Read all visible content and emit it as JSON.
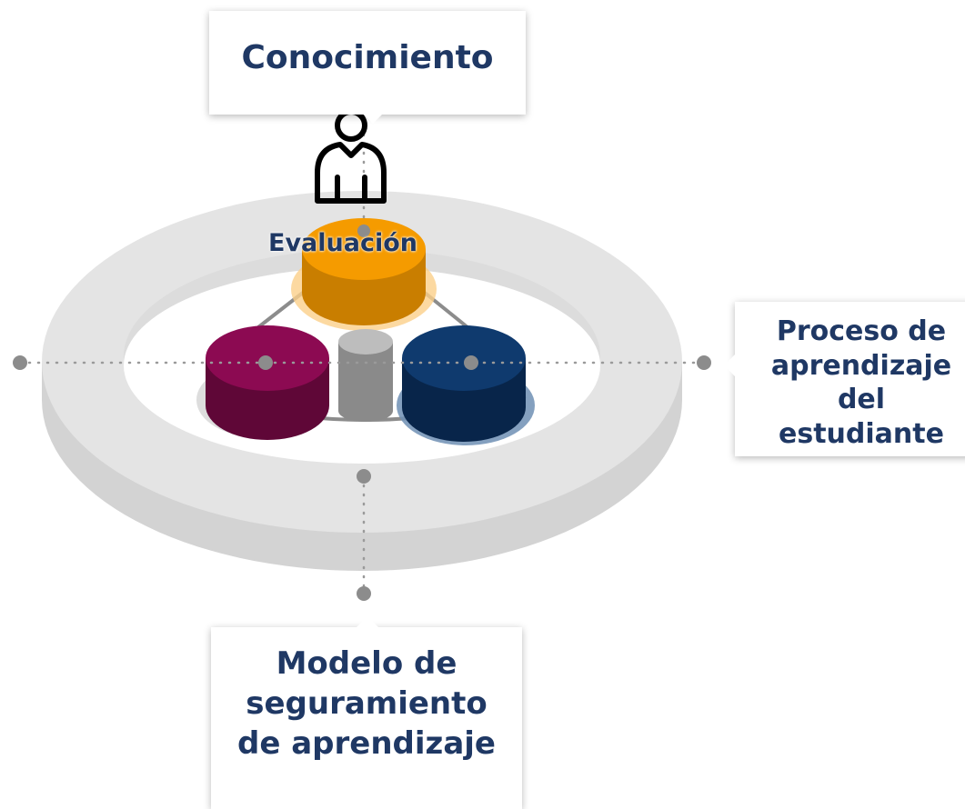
{
  "callouts": {
    "top": "Conocimiento",
    "right": "Proceso de aprendizaje del estudiante",
    "bottom": "Modelo de seguramiento de aprendizaje"
  },
  "center_label": "Evaluación",
  "icons": [
    "person-icon"
  ],
  "colors": {
    "text": "#1f3864",
    "ring": "#e1e1e1",
    "orange": "#f59b00",
    "magenta": "#8c0a52",
    "navy": "#0f3a6e",
    "gray_cylinder": "#a6a6a6"
  }
}
